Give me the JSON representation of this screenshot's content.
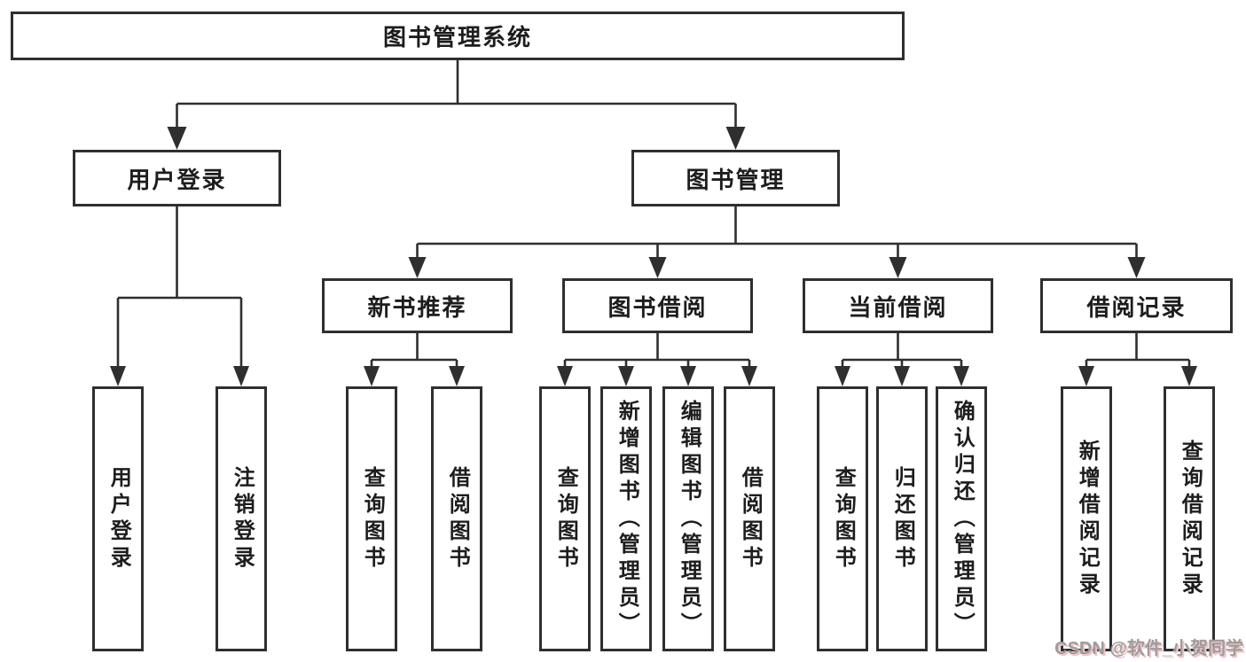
{
  "diagram": {
    "title_node": "图书管理系统",
    "tree": {
      "root": {
        "label": "图书管理系统"
      },
      "branches": [
        {
          "label": "用户登录",
          "children": [
            {
              "label": "用户登录"
            },
            {
              "label": "注销登录"
            }
          ]
        },
        {
          "label": "图书管理",
          "groups": [
            {
              "label": "新书推荐",
              "children": [
                {
                  "label": "查询图书"
                },
                {
                  "label": "借阅图书"
                }
              ]
            },
            {
              "label": "图书借阅",
              "children": [
                {
                  "label": "查询图书"
                },
                {
                  "label": "新增图书（管理员）"
                },
                {
                  "label": "编辑图书（管理员）"
                },
                {
                  "label": "借阅图书"
                }
              ]
            },
            {
              "label": "当前借阅",
              "children": [
                {
                  "label": "查询图书"
                },
                {
                  "label": "归还图书"
                },
                {
                  "label": "确认归还（管理员）"
                }
              ]
            },
            {
              "label": "借阅记录",
              "children": [
                {
                  "label": "新增借阅记录"
                },
                {
                  "label": "查询借阅记录"
                }
              ]
            }
          ]
        }
      ]
    },
    "colors": {
      "line": "#2f2f2f",
      "box_border": "#2f2f2f",
      "text": "#1d1d1d",
      "background": "#ffffff",
      "watermark_text": "#9c9c9c",
      "watermark_shadow": "#f3c2c2"
    }
  },
  "watermark": {
    "text": "CSDN @软件_小贺同学"
  }
}
